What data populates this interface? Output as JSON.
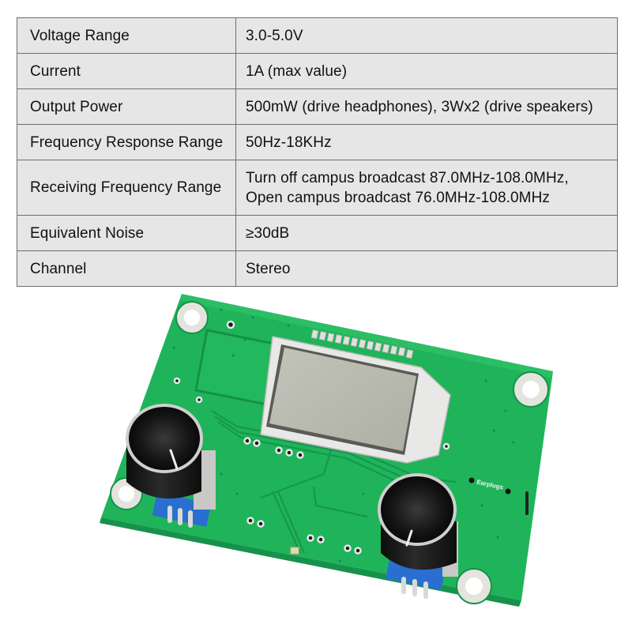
{
  "spec_table": {
    "rows": [
      {
        "label": "Voltage Range",
        "value": "3.0-5.0V"
      },
      {
        "label": "Current",
        "value": "1A (max value)"
      },
      {
        "label": "Output Power",
        "value": "500mW (drive headphones), 3Wx2 (drive speakers)"
      },
      {
        "label": "Frequency Response Range",
        "value": "50Hz-18KHz"
      },
      {
        "label": "Receiving Frequency Range",
        "value_lines": [
          "Turn off campus broadcast 87.0MHz-108.0MHz,",
          "Open campus broadcast 76.0MHz-108.0MHz"
        ]
      },
      {
        "label": "Equivalent Noise",
        "value": "≥30dB"
      },
      {
        "label": "Channel",
        "value": "Stereo"
      }
    ]
  },
  "product_photo": {
    "silkscreen_label": "Earplugs",
    "colors": {
      "pcb_green": "#1fb45a",
      "pcb_trace": "#17a04e",
      "lcd_face": "#b9bab0",
      "knob_black": "#1a1a1a",
      "table_bg": "#e6e6e6",
      "table_border": "#6e6e6e"
    }
  }
}
